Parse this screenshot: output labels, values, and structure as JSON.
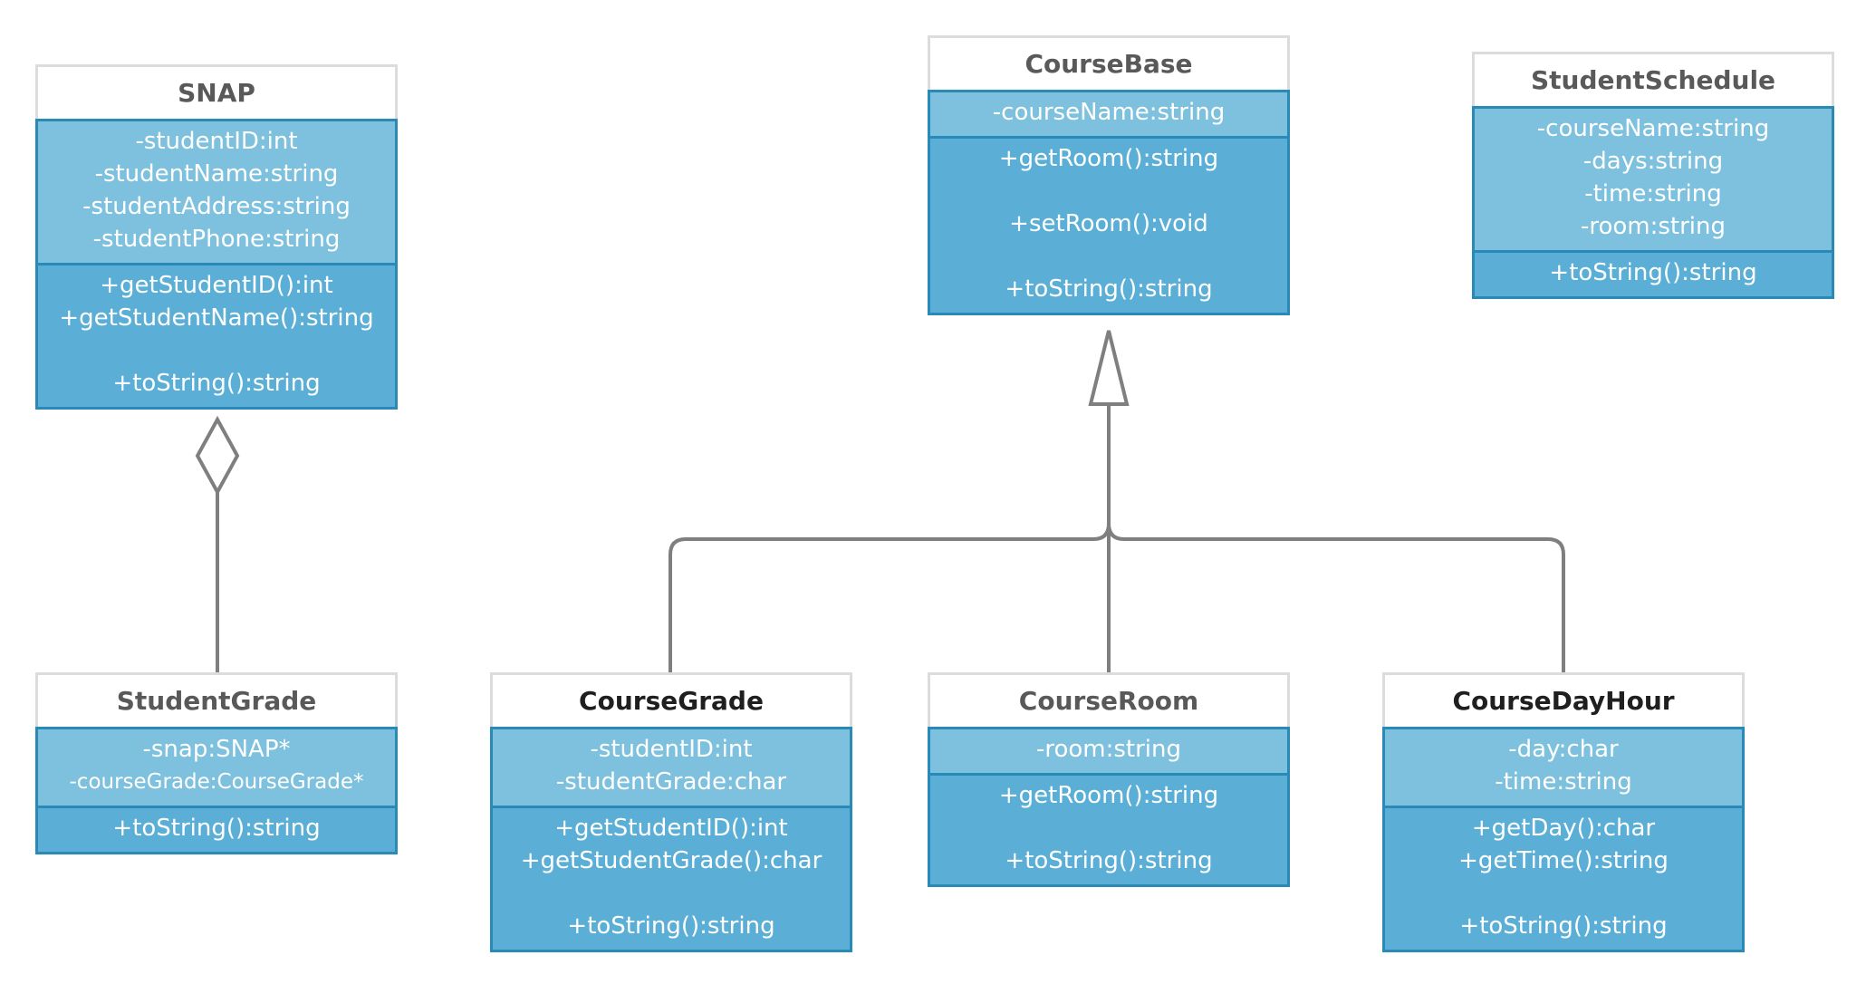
{
  "diagram": {
    "classes": {
      "snap": {
        "name": "SNAP",
        "attributes": [
          "-studentID:int",
          "-studentName:string",
          "-studentAddress:string",
          "-studentPhone:string"
        ],
        "methods": [
          "+getStudentID():int",
          "+getStudentName():string",
          "",
          "+toString():string"
        ]
      },
      "course_base": {
        "name": "CourseBase",
        "attributes": [
          "-courseName:string"
        ],
        "methods": [
          "+getRoom():string",
          "",
          "+setRoom():void",
          "",
          "+toString():string"
        ]
      },
      "student_schedule": {
        "name": "StudentSchedule",
        "attributes": [
          "-courseName:string",
          "-days:string",
          "-time:string",
          "-room:string"
        ],
        "methods": [
          "+toString():string"
        ]
      },
      "student_grade": {
        "name": "StudentGrade",
        "attributes": [
          "-snap:SNAP*",
          "-courseGrade:CourseGrade*"
        ],
        "methods": [
          "+toString():string"
        ]
      },
      "course_grade": {
        "name": "CourseGrade",
        "attributes": [
          "-studentID:int",
          "-studentGrade:char"
        ],
        "methods": [
          "+getStudentID():int",
          "+getStudentGrade():char",
          "",
          "+toString():string"
        ]
      },
      "course_room": {
        "name": "CourseRoom",
        "attributes": [
          "-room:string"
        ],
        "methods": [
          "+getRoom():string",
          "",
          "+toString():string"
        ]
      },
      "course_day_hour": {
        "name": "CourseDayHour",
        "attributes": [
          "-day:char",
          "-time:string"
        ],
        "methods": [
          "+getDay():char",
          "+getTime():string",
          "",
          "+toString():string"
        ]
      }
    },
    "relationships": [
      {
        "type": "aggregation",
        "whole": "SNAP",
        "part": "StudentGrade"
      },
      {
        "type": "generalization",
        "parent": "CourseBase",
        "child": "CourseGrade"
      },
      {
        "type": "generalization",
        "parent": "CourseBase",
        "child": "CourseRoom"
      },
      {
        "type": "generalization",
        "parent": "CourseBase",
        "child": "CourseDayHour"
      }
    ],
    "colors": {
      "header_bg": "#ffffff",
      "header_border": "#dcdcdc",
      "attributes_bg": "#7dc1de",
      "methods_bg": "#5bafd6",
      "box_border": "#2a8ab7",
      "connector": "#7f7f7f"
    }
  }
}
